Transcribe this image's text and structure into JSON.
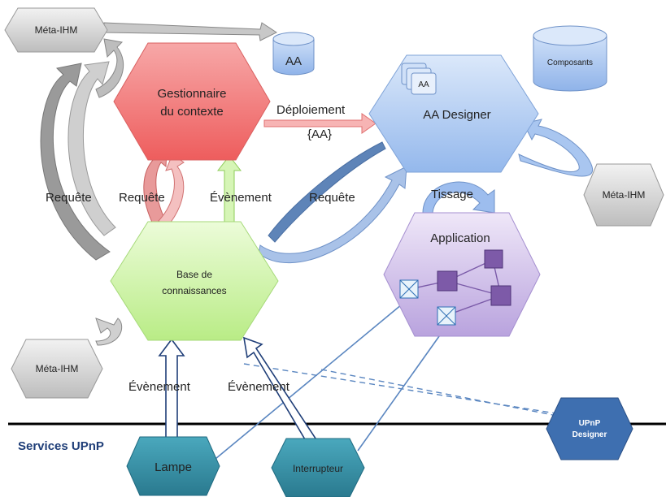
{
  "nodes": {
    "meta_ihm_top": "Méta-IHM",
    "meta_ihm_right": "Méta-IHM",
    "meta_ihm_bottom": "Méta-IHM",
    "gestionnaire_line1": "Gestionnaire",
    "gestionnaire_line2": "du contexte",
    "aa_db": "AA",
    "composants_db": "Composants",
    "aa_designer": "AA Designer",
    "aa_card": "AA",
    "base_line1": "Base de",
    "base_line2": "connaissances",
    "application": "Application",
    "lampe": "Lampe",
    "interrupteur": "Interrupteur",
    "upnp_designer_line1": "UPnP",
    "upnp_designer_line2": "Designer"
  },
  "labels": {
    "requete_1": "Requête",
    "requete_2": "Requête",
    "evenement_top": "Évènement",
    "requete_3": "Requête",
    "deploiement_line1": "Déploiement",
    "deploiement_line2": "{AA}",
    "tissage": "Tissage",
    "evenement_bottom_1": "Évènement",
    "evenement_bottom_2": "Évènement"
  },
  "services_label": "Services UPnP",
  "colors": {
    "meta_ihm": "#d9d9d9",
    "gestionnaire": "#f27c7c",
    "aa_designer": "#a9c6f0",
    "base": "#c9f2a0",
    "application": "#c9b6e6",
    "service": "#3a8fa3",
    "upnp_designer": "#3e6fb0"
  }
}
